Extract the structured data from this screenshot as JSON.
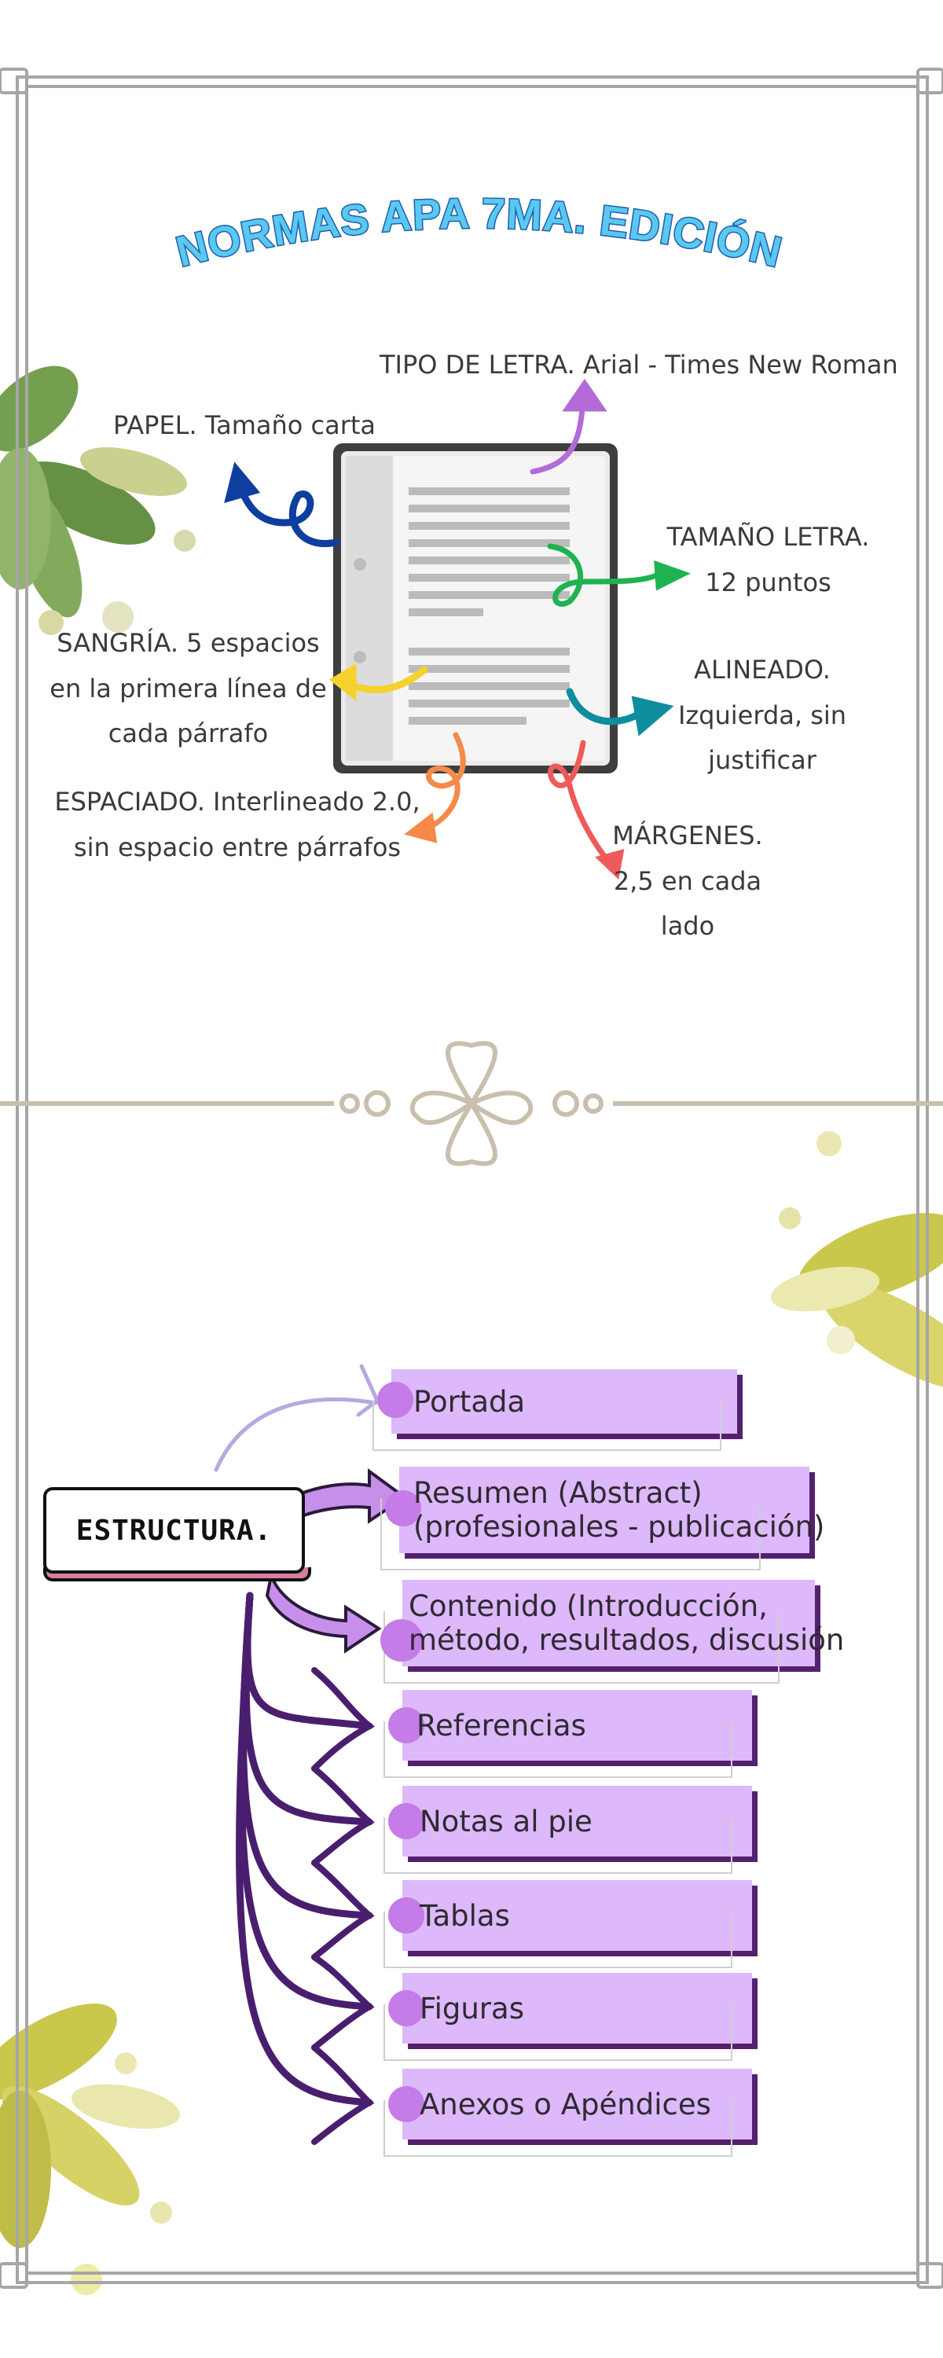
{
  "title": "NORMAS APA 7MA. EDICIÓN",
  "format": {
    "tipo_letra": "TIPO DE LETRA. Arial - Times New Roman",
    "papel": "PAPEL. Tamaño carta",
    "tamano_letra": [
      "TAMAÑO LETRA.",
      "12 puntos"
    ],
    "sangria": [
      "SANGRÍA. 5 espacios",
      "en la primera línea de",
      "cada párrafo"
    ],
    "alineado": [
      "ALINEADO.",
      "Izquierda, sin",
      "justificar"
    ],
    "espaciado": [
      "ESPACIADO. Interlineado 2.0,",
      "sin espacio entre párrafos"
    ],
    "margenes": [
      "MÁRGENES.",
      "2,5 en cada",
      "lado"
    ]
  },
  "structure": {
    "heading": "ESTRUCTURA.",
    "items": [
      {
        "lines": [
          "Portada"
        ]
      },
      {
        "lines": [
          "Resumen (Abstract)",
          "(profesionales - publicación)"
        ]
      },
      {
        "lines": [
          "Contenido (Introducción,",
          "método, resultados, discusión"
        ]
      },
      {
        "lines": [
          "Referencias"
        ]
      },
      {
        "lines": [
          "Notas al pie"
        ]
      },
      {
        "lines": [
          "Tablas"
        ]
      },
      {
        "lines": [
          "Figuras"
        ]
      },
      {
        "lines": [
          "Anexos o Apéndices"
        ]
      }
    ]
  },
  "colors": {
    "title_fill": "#5ac8f0",
    "title_outline": "#1f5fae",
    "box_fill": "#ddb8fb",
    "box_shadow": "#55206d",
    "dot": "#c57be8",
    "frame": "#a6a6a6",
    "divider": "#c9bfae"
  }
}
